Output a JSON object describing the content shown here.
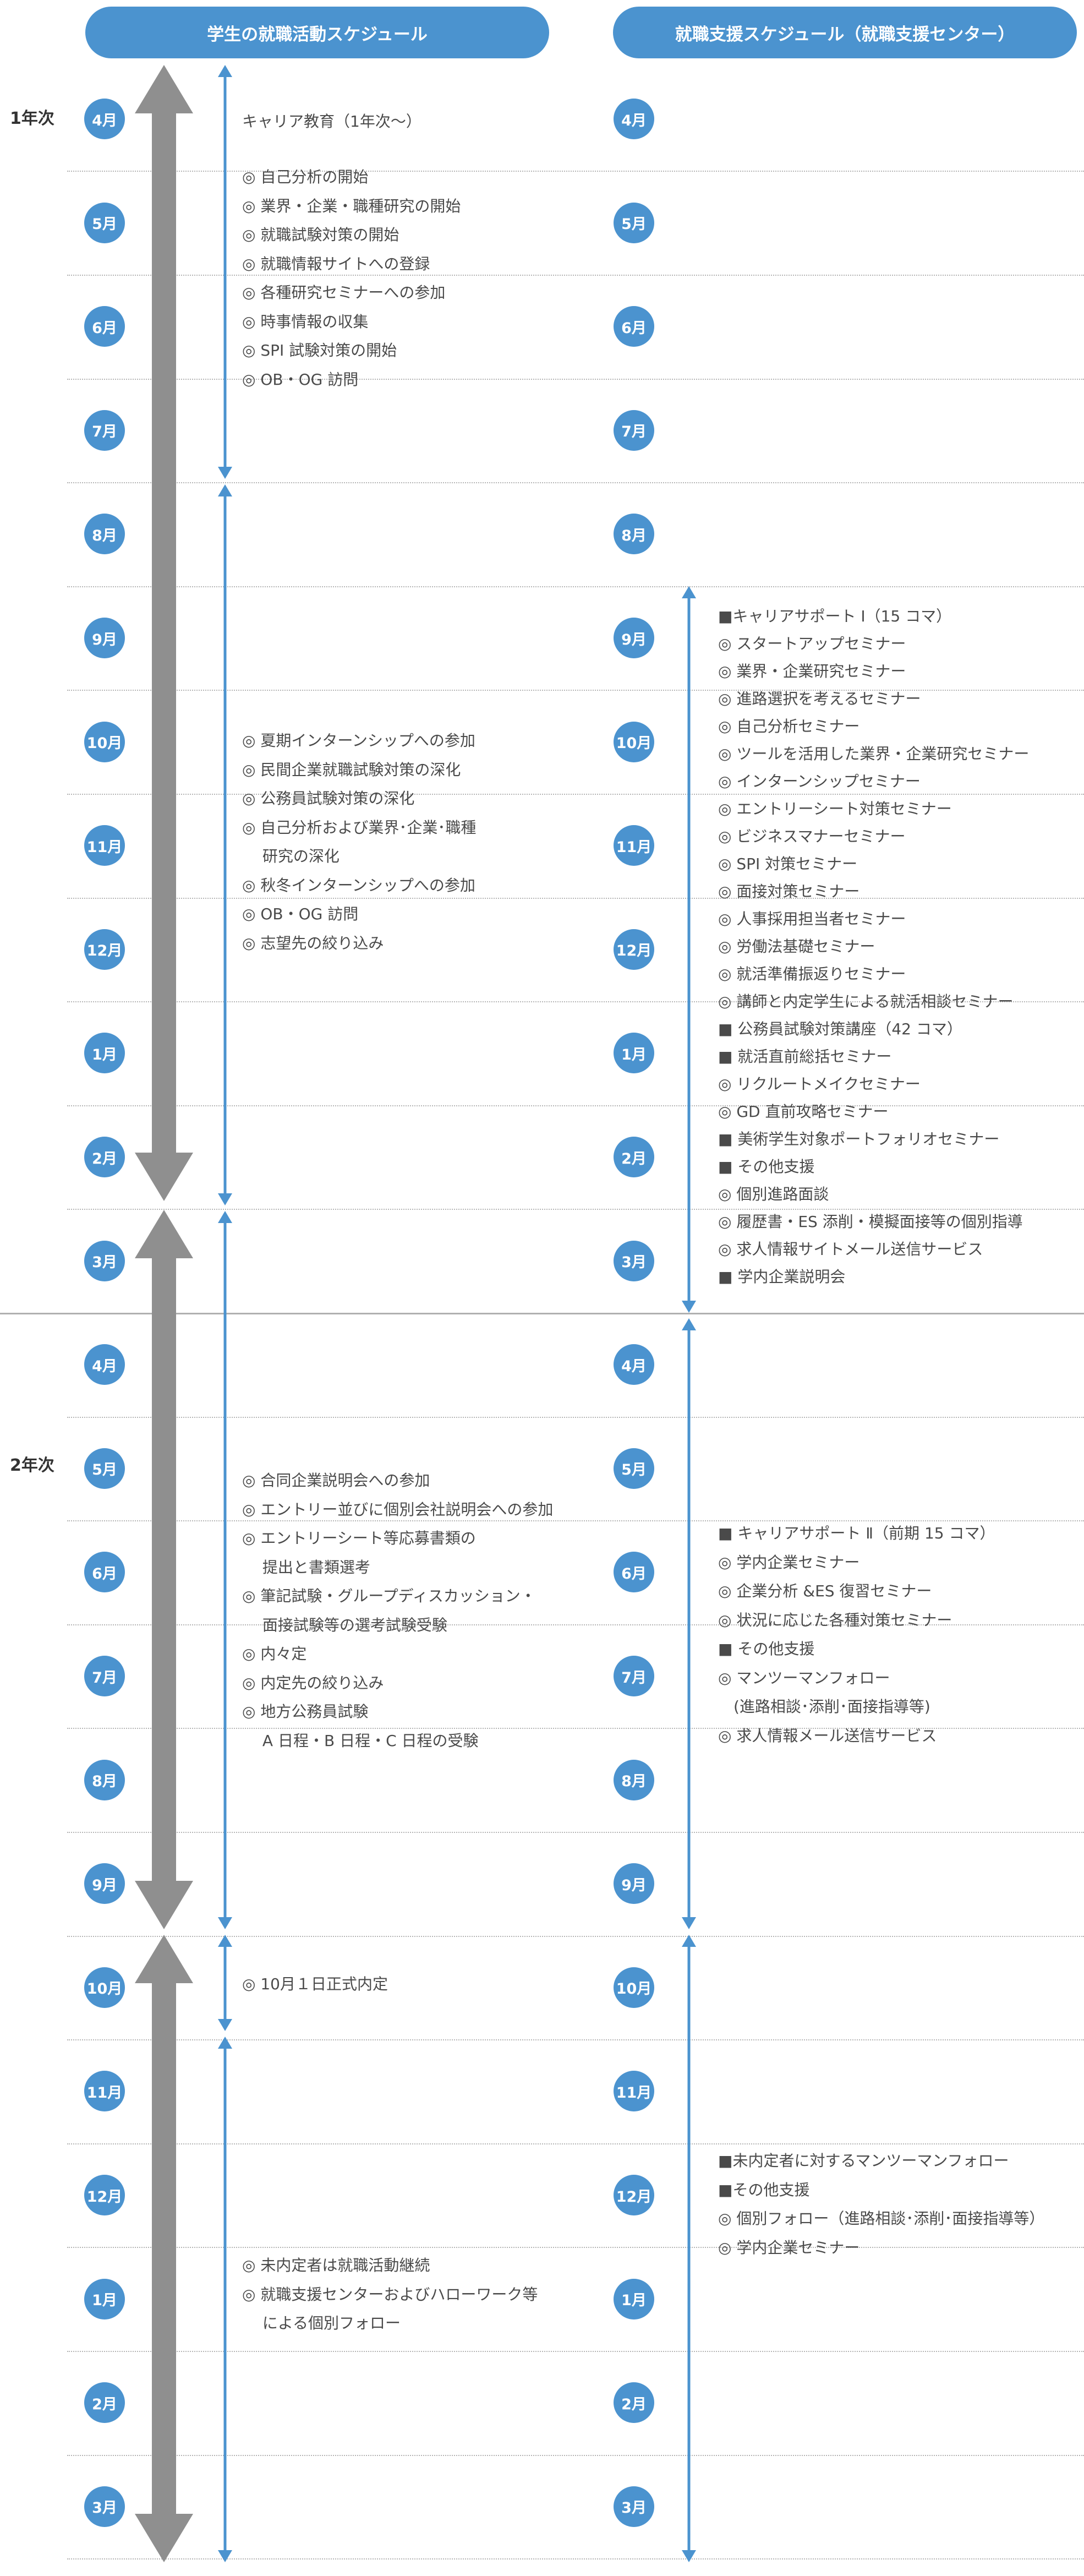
{
  "headers": {
    "student": "学生の就職活動スケジュール",
    "support": "就職支援スケジュール（就職支援センター）"
  },
  "year_labels": [
    "1年次",
    "2年次"
  ],
  "months": [
    "4月",
    "5月",
    "6月",
    "7月",
    "8月",
    "9月",
    "10月",
    "11月",
    "12月",
    "1月",
    "2月",
    "3月",
    "4月",
    "5月",
    "6月",
    "7月",
    "8月",
    "9月",
    "10月",
    "11月",
    "12月",
    "1月",
    "2月",
    "3月"
  ],
  "student_blocks": [
    {
      "lines": [
        "キャリア教育（1年次～）"
      ]
    },
    {
      "lines": [
        "◎ 自己分析の開始",
        "◎ 業界・企業・職種研究の開始",
        "◎ 就職試験対策の開始",
        "◎ 就職情報サイトへの登録",
        "◎ 各種研究セミナーへの参加",
        "◎ 時事情報の収集",
        "◎ SPI 試験対策の開始",
        "◎ OB・OG 訪問"
      ]
    },
    {
      "lines": [
        "◎ 夏期インターンシップへの参加",
        "◎ 民間企業就職試験対策の深化",
        "◎ 公務員試験対策の深化",
        "◎ 自己分析および業界･企業･職種",
        "　 研究の深化",
        "◎ 秋冬インターンシップへの参加",
        "◎ OB・OG 訪問",
        "◎ 志望先の絞り込み"
      ]
    },
    {
      "lines": [
        "◎ 合同企業説明会への参加",
        "◎ エントリー並びに個別会社説明会への参加",
        "◎ エントリーシート等応募書類の",
        "　 提出と書類選考",
        "◎ 筆記試験・グループディスカッション・",
        "　 面接試験等の選考試験受験",
        "◎ 内々定",
        "◎ 内定先の絞り込み",
        "◎ 地方公務員試験",
        "　 A 日程・B 日程・C 日程の受験"
      ]
    },
    {
      "lines": [
        "◎ 10月１日正式内定"
      ]
    },
    {
      "lines": [
        "◎ 未内定者は就職活動継続",
        "◎ 就職支援センターおよびハローワーク等",
        "　 による個別フォロー"
      ]
    }
  ],
  "support_blocks": [
    {
      "lines": [
        "■キャリアサポート Ⅰ（15 コマ）",
        "◎ スタートアップセミナー",
        "◎ 業界・企業研究セミナー",
        "◎ 進路選択を考えるセミナー",
        "◎ 自己分析セミナー",
        "◎ ツールを活用した業界・企業研究セミナー",
        "◎ インターンシップセミナー",
        "◎ エントリーシート対策セミナー",
        "◎ ビジネスマナーセミナー",
        "◎ SPI 対策セミナー",
        "◎ 面接対策セミナー",
        "◎ 人事採用担当者セミナー",
        "◎ 労働法基礎セミナー",
        "◎ 就活準備振返りセミナー",
        "◎ 講師と内定学生による就活相談セミナー",
        "■ 公務員試験対策講座（42 コマ）",
        "■ 就活直前総括セミナー",
        "◎ リクルートメイクセミナー",
        "◎ GD 直前攻略セミナー",
        "■ 美術学生対象ポートフォリオセミナー",
        "■ その他支援",
        "◎ 個別進路面談",
        "◎ 履歴書・ES 添削・模擬面接等の個別指導",
        "◎ 求人情報サイトメール送信サービス",
        "■ 学内企業説明会"
      ]
    },
    {
      "lines": [
        "■ キャリアサポート Ⅱ（前期 15 コマ）",
        "◎ 学内企業セミナー",
        "◎ 企業分析 &ES 復習セミナー",
        "◎ 状況に応じた各種対策セミナー",
        "■ その他支援",
        "◎ マンツーマンフォロー",
        "　(進路相談･添削･面接指導等)",
        "◎ 求人情報メール送信サービス"
      ]
    },
    {
      "lines": [
        "■未内定者に対するマンツーマンフォロー",
        "■その他支援",
        "◎ 個別フォロー（進路相談･添削･面接指導等）",
        "◎ 学内企業セミナー"
      ]
    }
  ],
  "colors": {
    "accent": "#4b93cf",
    "big_arrow": "#8f8f8f",
    "thin_arrow": "#4b93cf"
  }
}
